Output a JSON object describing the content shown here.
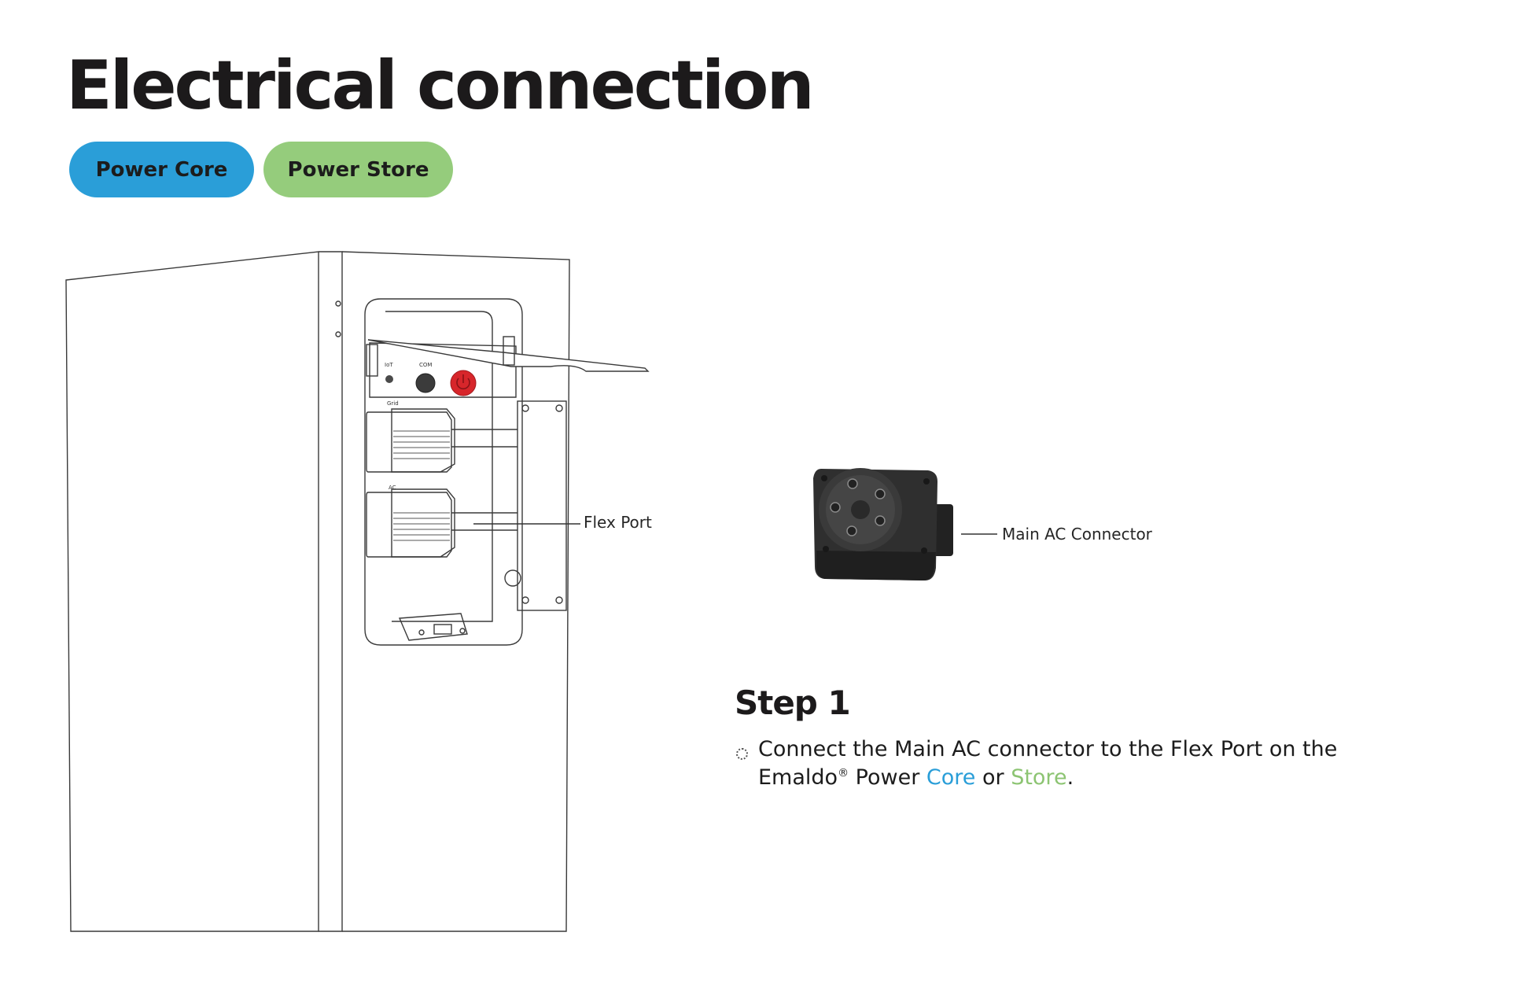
{
  "page": {
    "title": "Electrical connection"
  },
  "tags": {
    "core": "Power Core",
    "store": "Power Store"
  },
  "callouts": {
    "flex_port": "Flex Port",
    "main_ac": "Main AC Connector"
  },
  "panel_labels": {
    "iot": "IoT",
    "com": "COM",
    "grid": "Grid",
    "ac": "AC"
  },
  "step": {
    "title": "Step 1",
    "line1": "Connect the Main AC connector to the Flex Port on the",
    "prefix": "Emaldo",
    "registered": "®",
    "power": " Power ",
    "core": "Core",
    "or": " or ",
    "store": "Store",
    "period": "."
  },
  "colors": {
    "core_blue": "#2a9ed8",
    "store_green": "#95cc7c",
    "power_red": "#d7262b"
  }
}
